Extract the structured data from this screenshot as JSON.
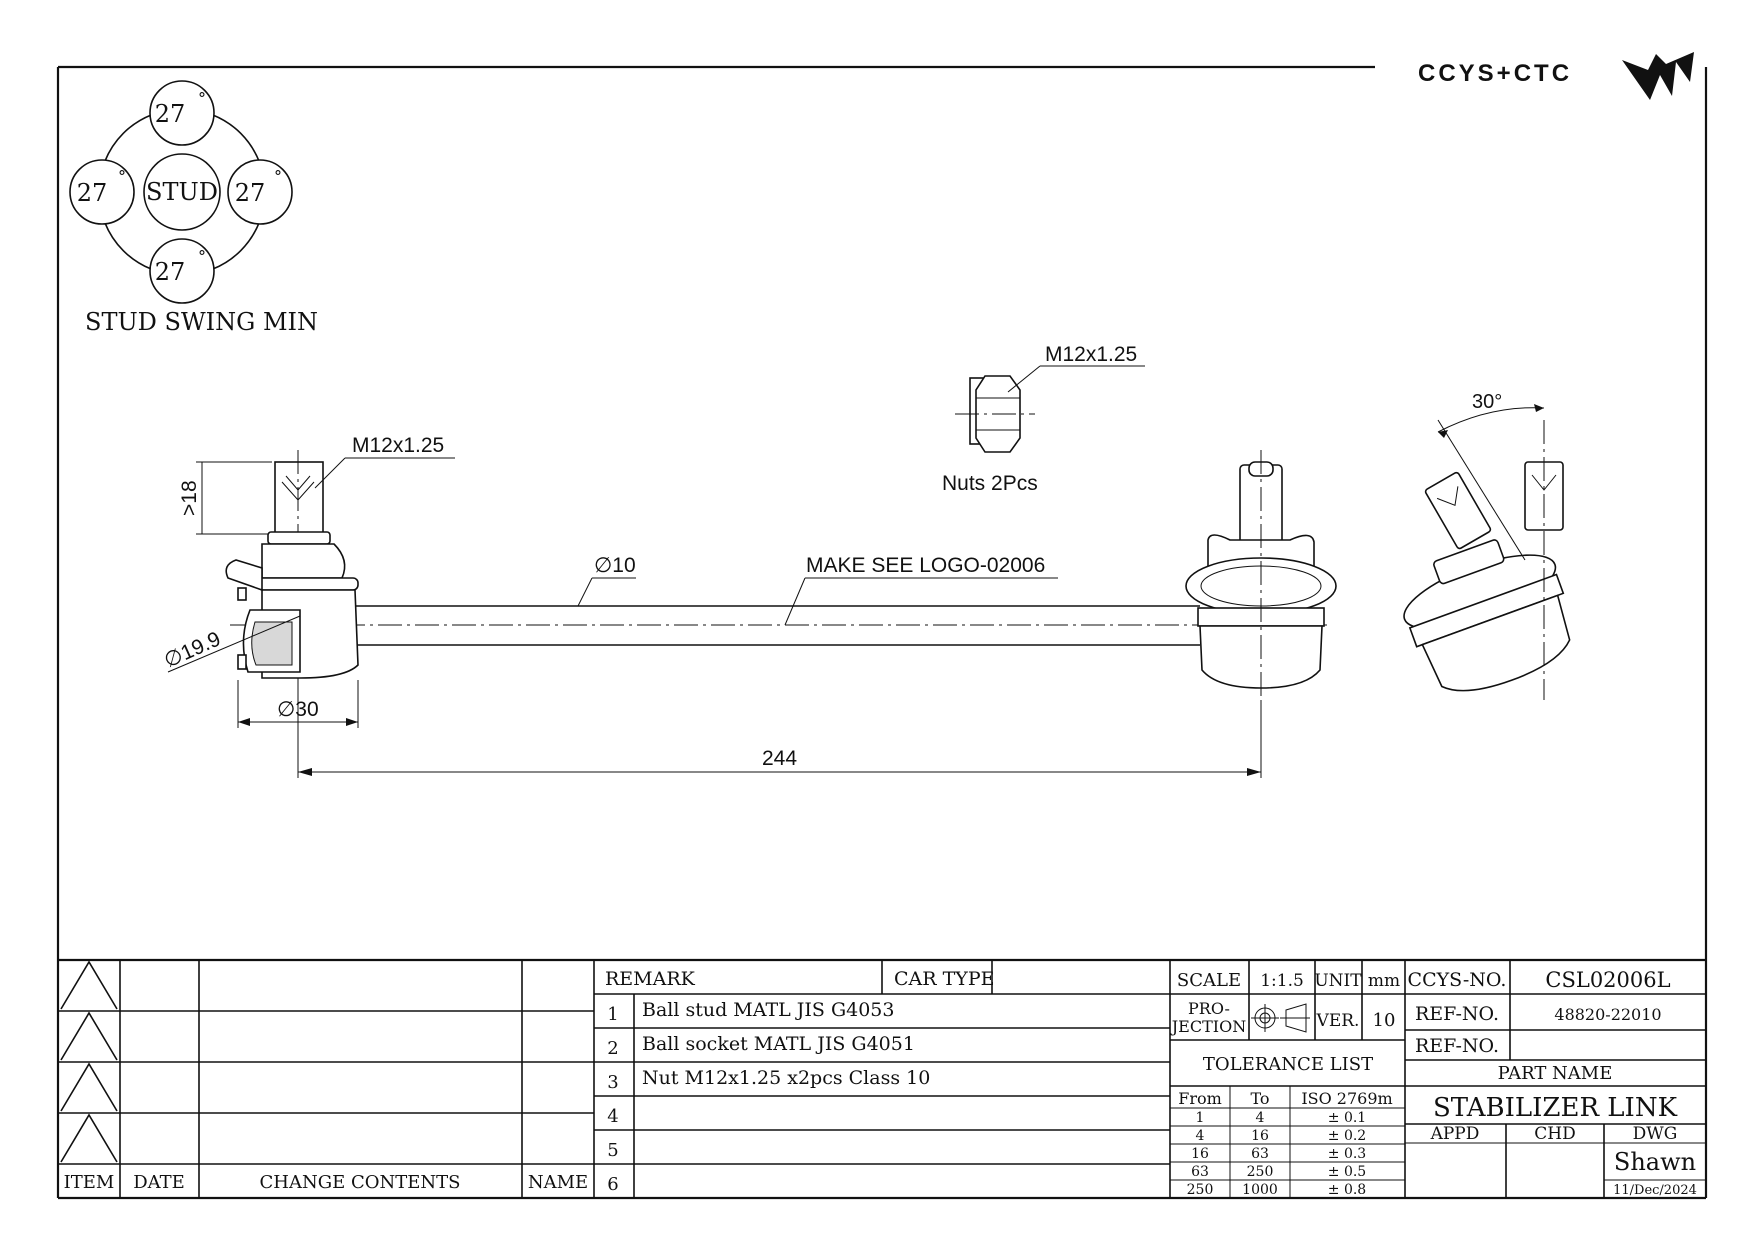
{
  "brand": {
    "logo_text": "CCYS+CTC"
  },
  "swing": {
    "label": "STUD SWING MIN",
    "center": "STUD",
    "top": "27",
    "left": "27",
    "right": "27",
    "bottom": "27",
    "degree": "°"
  },
  "dims": {
    "thread_left": "M12x1.25",
    "thread_nut": "M12x1.25",
    "nut_note": "Nuts 2Pcs",
    "stud_len": ">18",
    "rod_dia": "∅10",
    "logo_note": "MAKE SEE LOGO-02006",
    "socket_dia": "∅19.9",
    "housing_dia": "∅30",
    "length": "244",
    "angle": "30°"
  },
  "revision": {
    "headers": [
      "ITEM",
      "DATE",
      "CHANGE CONTENTS",
      "NAME"
    ]
  },
  "remarks": {
    "remark_label": "REMARK",
    "car_type_label": "CAR TYPE",
    "rows": [
      {
        "no": "1",
        "text": "Ball stud MATL JIS G4053"
      },
      {
        "no": "2",
        "text": "Ball socket MATL JIS G4051"
      },
      {
        "no": "3",
        "text": "Nut M12x1.25 x2pcs Class 10"
      },
      {
        "no": "4",
        "text": ""
      },
      {
        "no": "5",
        "text": ""
      },
      {
        "no": "6",
        "text": ""
      }
    ]
  },
  "spec": {
    "scale_label": "SCALE",
    "scale": "1:1.5",
    "unit_label": "UNIT",
    "unit": "mm",
    "projection_label_1": "PRO-",
    "projection_label_2": "JECTION",
    "ver_label": "VER.",
    "ver": "10",
    "tolerance_title": "TOLERANCE LIST",
    "tol_headers": [
      "From",
      "To",
      "ISO 2769m"
    ],
    "tol_rows": [
      [
        "1",
        "4",
        "± 0.1"
      ],
      [
        "4",
        "16",
        "± 0.2"
      ],
      [
        "16",
        "63",
        "± 0.3"
      ],
      [
        "63",
        "250",
        "± 0.5"
      ],
      [
        "250",
        "1000",
        "± 0.8"
      ]
    ]
  },
  "title_block": {
    "ccys_label": "CCYS-NO.",
    "ccys_no": "CSL02006L",
    "ref_label_1": "REF-NO.",
    "ref_no_1": "48820-22010",
    "ref_label_2": "REF-NO.",
    "ref_no_2": "",
    "part_name_label": "PART NAME",
    "part_name": "STABILIZER LINK",
    "appd_label": "APPD",
    "chd_label": "CHD",
    "dwg_label": "DWG",
    "drawer": "Shawn",
    "date": "11/Dec/2024"
  }
}
